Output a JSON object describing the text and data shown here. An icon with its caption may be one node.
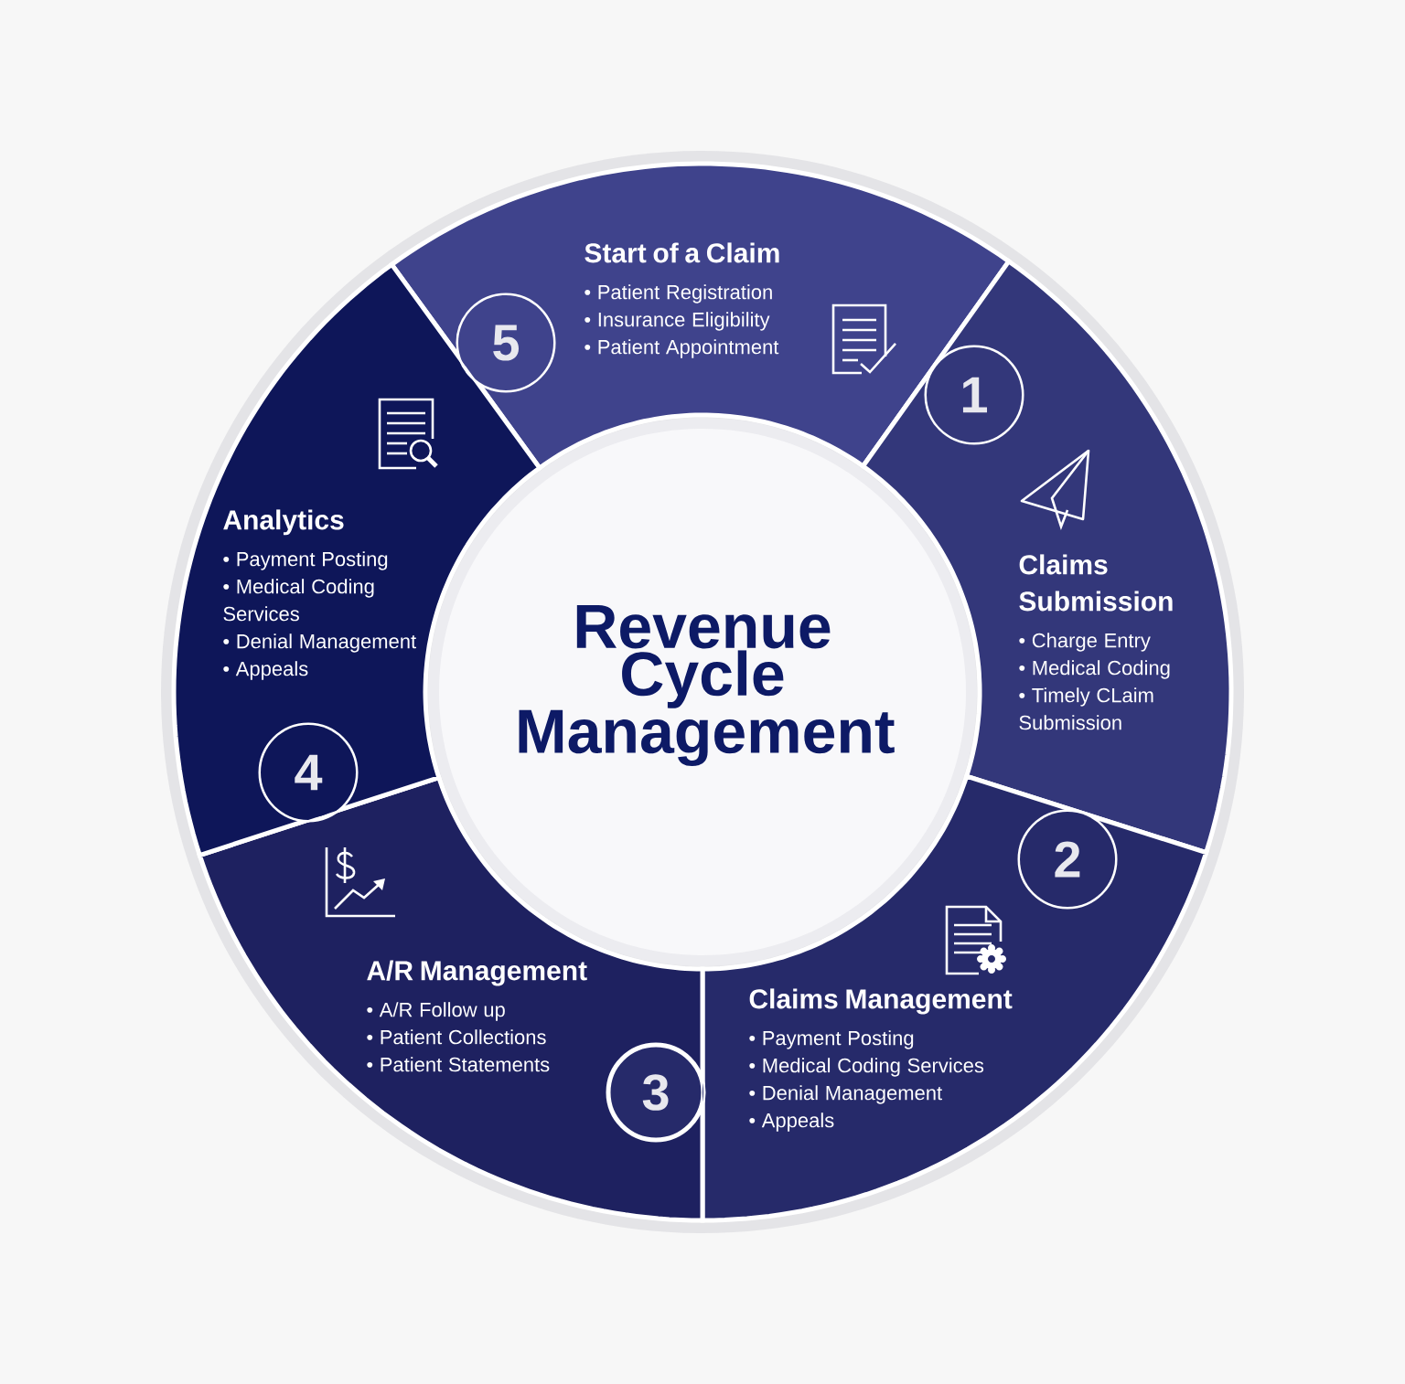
{
  "diagram": {
    "nodes": [
      {
        "text": [
          "Start of a Claim",
          "• Patient Registration",
          "• Insurance Eligibility",
          "• Patient Appointment"
        ]
      },
      {
        "text": [
          "Claims Submission",
          "• Charge Entry",
          "• Medical Coding",
          "• Timely CLaim Submission"
        ]
      },
      {
        "text": [
          "Claims Management",
          "• Payment Posting",
          "• Medical Coding Services",
          "• Denial Management",
          "• Appeals"
        ]
      },
      {
        "text": [
          "A/R Management",
          "• A/R Follow up",
          "• Patient Collections",
          "• Patient Statements"
        ]
      },
      {
        "text": [
          "Analytics",
          "• Payment Posting",
          "• Medical Coding Services",
          "• Denial Management",
          "• Appeals"
        ]
      },
      {
        "text": [
          "Revenue Cycle Management"
        ]
      }
    ],
    "labels": [
      "5",
      "1",
      "4",
      "2",
      "3"
    ]
  }
}
